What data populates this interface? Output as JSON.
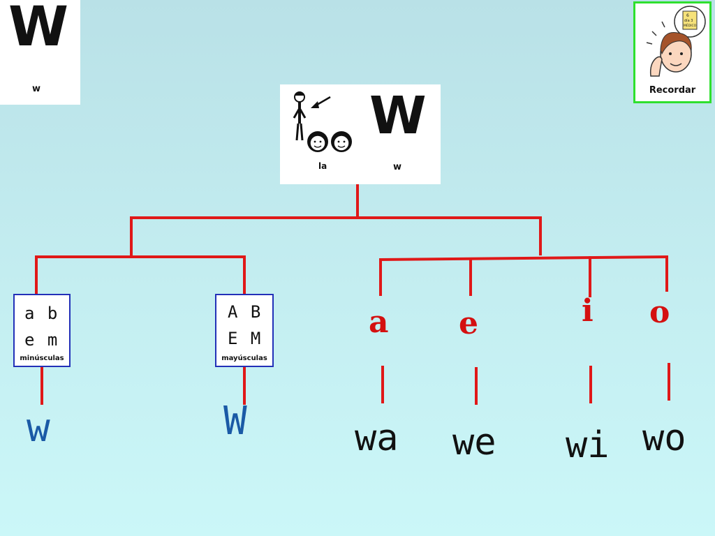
{
  "top_left_card": {
    "big_letter": "W",
    "small_letter": "w"
  },
  "recordar_card": {
    "label": "Recordar",
    "note_text": "6\ndía 3\nMÉDICO"
  },
  "center_card": {
    "pronoun_label": "la",
    "big_letter": "W",
    "small_letter": "w"
  },
  "lowercase_card": {
    "row1": "a b",
    "row2": "e m",
    "caption": "minúsculas"
  },
  "uppercase_card": {
    "row1": "A B",
    "row2": "E M",
    "caption": "mayúsculas"
  },
  "vowels": [
    "a",
    "e",
    "i",
    "o"
  ],
  "syllables": [
    "wa",
    "we",
    "wi",
    "wo"
  ],
  "lowercase_letter": "w",
  "uppercase_letter": "W",
  "colors": {
    "lines": "#e01818",
    "vowels": "#d41010",
    "blue_letters": "#1a5aa6",
    "card_border_blue": "#2230b8",
    "card_border_green": "#2ee02e"
  }
}
